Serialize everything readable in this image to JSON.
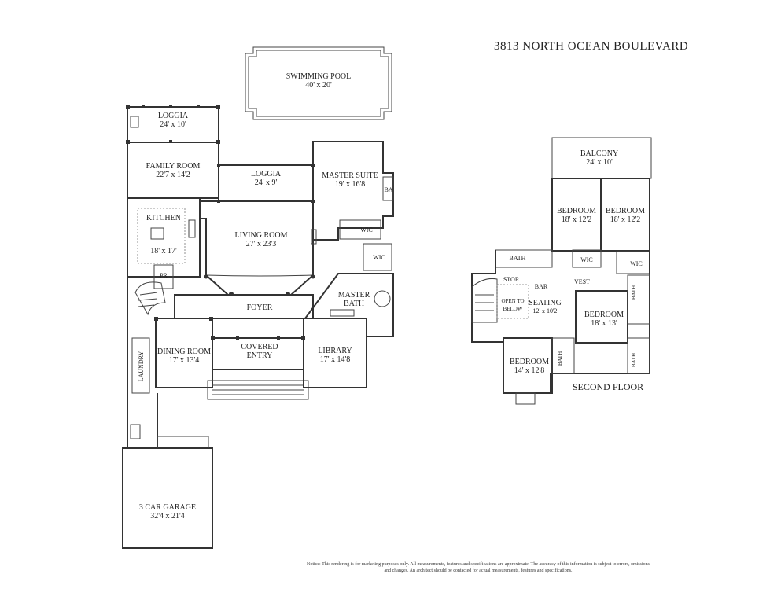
{
  "title": "3813 NORTH OCEAN BOULEVARD",
  "first_floor": {
    "rooms": [
      {
        "name": "SWIMMING POOL",
        "dims": "40' x 20'"
      },
      {
        "name": "LOGGIA",
        "dims": "24' x 10'"
      },
      {
        "name": "FAMILY ROOM",
        "dims": "22'7 x 14'2"
      },
      {
        "name": "LOGGIA",
        "dims": "24' x 9'"
      },
      {
        "name": "MASTER SUITE",
        "dims": "19' x 16'8"
      },
      {
        "name": "KITCHEN",
        "dims": "18' x 17'"
      },
      {
        "name": "LIVING ROOM",
        "dims": "27' x 23'3"
      },
      {
        "name": "FOYER",
        "dims": ""
      },
      {
        "name": "MASTER BATH",
        "dims": ""
      },
      {
        "name": "DINING ROOM",
        "dims": "17' x 13'4"
      },
      {
        "name": "COVERED ENTRY",
        "dims": ""
      },
      {
        "name": "LIBRARY",
        "dims": "17' x 14'8"
      },
      {
        "name": "3 CAR GARAGE",
        "dims": "32'4 x 21'4"
      }
    ],
    "labels": {
      "ba": "BA",
      "wic1": "WIC",
      "wic2": "WIC",
      "pr": "PR",
      "laundry": "LAUNDRY",
      "master_line1": "MASTER",
      "master_line2": "BATH",
      "covered_line1": "COVERED",
      "covered_line2": "ENTRY"
    }
  },
  "second_floor": {
    "label": "SECOND FLOOR",
    "rooms": [
      {
        "name": "BALCONY",
        "dims": "24' x 10'"
      },
      {
        "name": "BEDROOM",
        "dims": "18' x 12'2"
      },
      {
        "name": "BEDROOM",
        "dims": "18' x 12'2"
      },
      {
        "name": "SEATING",
        "dims": "12' x 10'2"
      },
      {
        "name": "BEDROOM",
        "dims": "18' x 13'"
      },
      {
        "name": "BEDROOM",
        "dims": "14' x 12'8"
      }
    ],
    "labels": {
      "bath1": "BATH",
      "wic1": "WIC",
      "wic2": "WIC",
      "stor": "STOR",
      "bar": "BAR",
      "vest": "VEST",
      "open1": "OPEN TO",
      "open2": "BELOW",
      "bath_v1": "BATH",
      "bath_v2": "BATH",
      "bath_v3": "BATH"
    }
  },
  "notice": "Notice: This rendering is for marketing purposes only. All measurements, features and specifications are approximate. The accuracy of this information is subject to errors, omissions and changes. An architect should be contacted for actual measurements, features and specifications."
}
